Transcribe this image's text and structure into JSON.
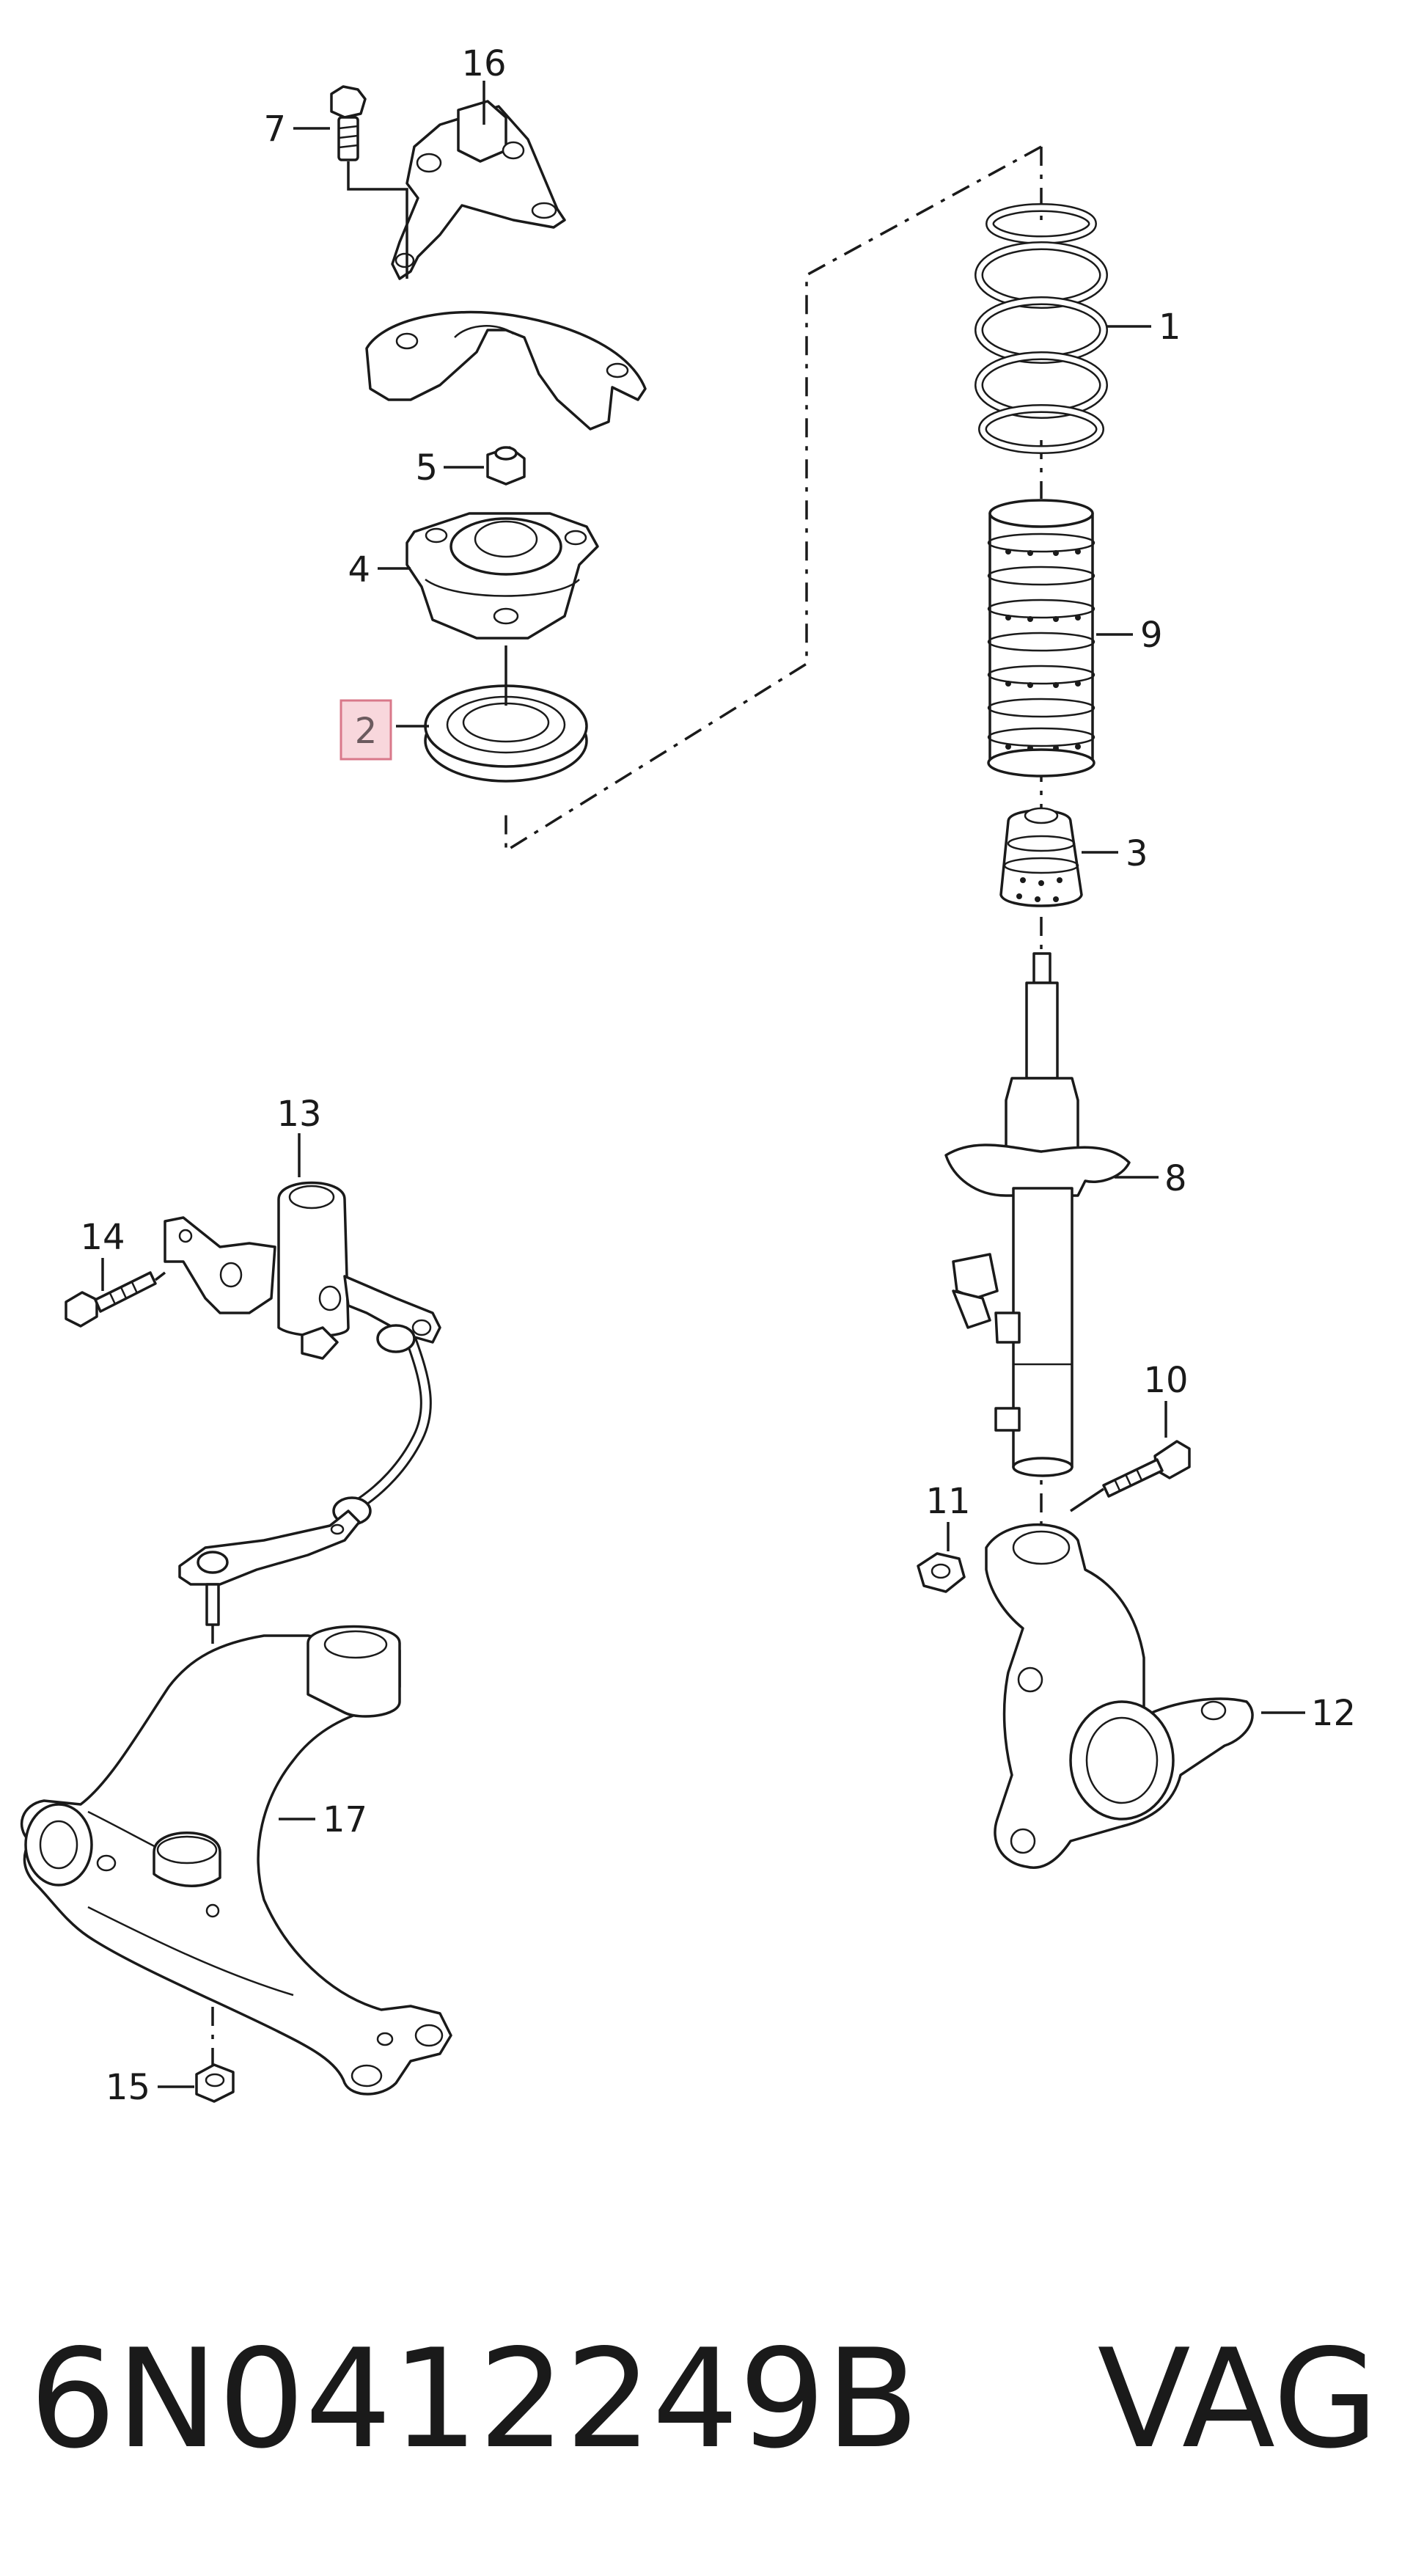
{
  "diagram": {
    "callouts": [
      {
        "id": "1",
        "text": "1"
      },
      {
        "id": "2",
        "text": "2",
        "highlighted": true
      },
      {
        "id": "3",
        "text": "3"
      },
      {
        "id": "4",
        "text": "4"
      },
      {
        "id": "5",
        "text": "5"
      },
      {
        "id": "7",
        "text": "7"
      },
      {
        "id": "8",
        "text": "8"
      },
      {
        "id": "9",
        "text": "9"
      },
      {
        "id": "10",
        "text": "10"
      },
      {
        "id": "11",
        "text": "11"
      },
      {
        "id": "12",
        "text": "12"
      },
      {
        "id": "13",
        "text": "13"
      },
      {
        "id": "14",
        "text": "14"
      },
      {
        "id": "15",
        "text": "15"
      },
      {
        "id": "16",
        "text": "16"
      },
      {
        "id": "17",
        "text": "17"
      }
    ],
    "highlight_color": "#f8d7dc",
    "highlight_border": "#d9788a"
  },
  "footer": {
    "part_number": "6N0412249B",
    "brand": "VAG"
  }
}
